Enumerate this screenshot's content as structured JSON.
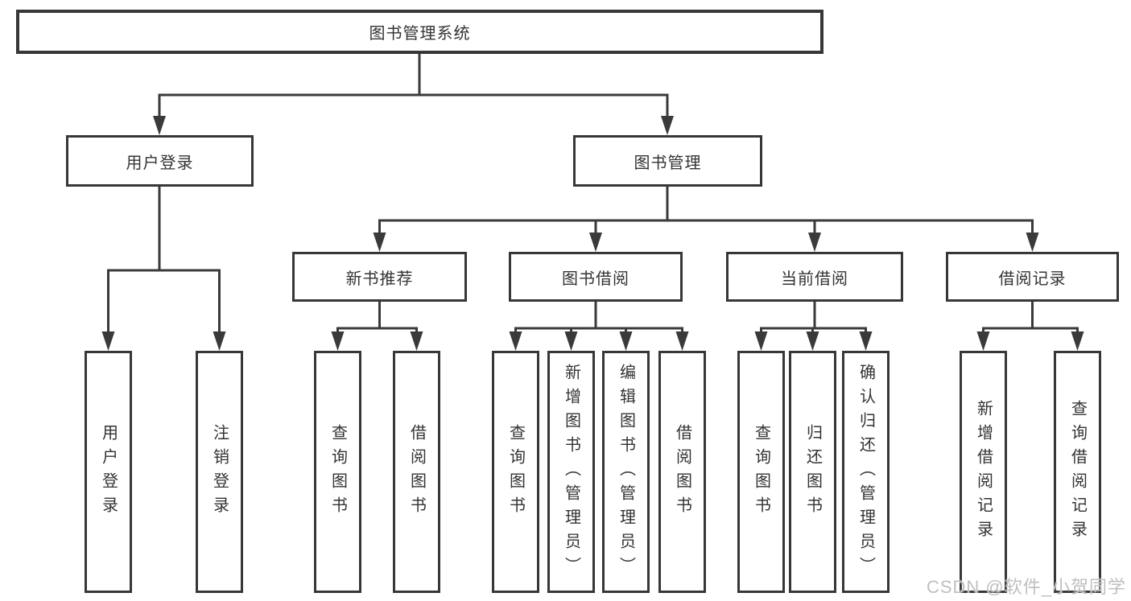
{
  "tree": {
    "root": {
      "label": "图书管理系统"
    },
    "branches": [
      {
        "label": "用户登录",
        "leaves": [
          {
            "label": "用户登录"
          },
          {
            "label": "注销登录"
          }
        ]
      },
      {
        "label": "图书管理",
        "groups": [
          {
            "label": "新书推荐",
            "leaves": [
              {
                "label": "查询图书"
              },
              {
                "label": "借阅图书"
              }
            ]
          },
          {
            "label": "图书借阅",
            "leaves": [
              {
                "label": "查询图书"
              },
              {
                "label": "新增图书（管理员）"
              },
              {
                "label": "编辑图书（管理员）"
              },
              {
                "label": "借阅图书"
              }
            ]
          },
          {
            "label": "当前借阅",
            "leaves": [
              {
                "label": "查询图书"
              },
              {
                "label": "归还图书"
              },
              {
                "label": "确认归还（管理员）"
              }
            ]
          },
          {
            "label": "借阅记录",
            "leaves": [
              {
                "label": "新增借阅记录"
              },
              {
                "label": "查询借阅记录"
              }
            ]
          }
        ]
      }
    ]
  },
  "colors": {
    "line": "#3a3a3a",
    "text": "#333333",
    "watermark": "#bfbfbf"
  },
  "watermark": "CSDN @软件_小贺同学"
}
